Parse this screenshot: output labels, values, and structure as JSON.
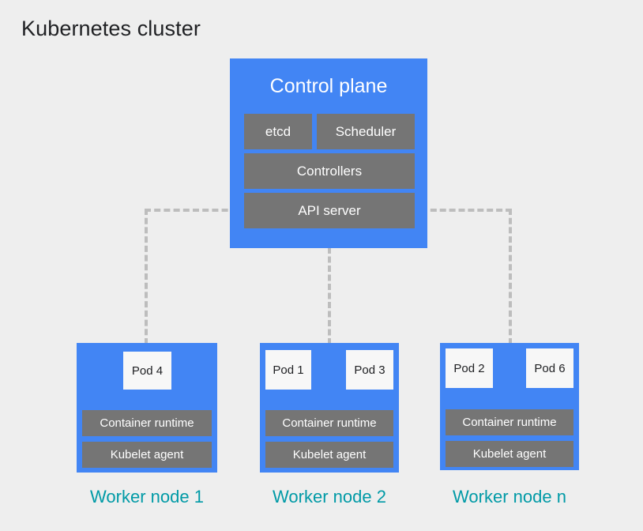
{
  "title": "Kubernetes cluster",
  "colors": {
    "background": "#eeeeee",
    "node_blue": "#4285f4",
    "component_gray": "#757575",
    "pod_white": "#f7f7f7",
    "label_teal": "#009aa6",
    "connector_gray": "#bdbdbd",
    "title_text": "#202124"
  },
  "control_plane": {
    "title": "Control plane",
    "components": [
      {
        "label": "etcd"
      },
      {
        "label": "Scheduler"
      },
      {
        "label": "Controllers"
      },
      {
        "label": "API server"
      }
    ]
  },
  "worker_nodes": [
    {
      "label": "Worker node 1",
      "pods": [
        {
          "label": "Pod 4"
        }
      ],
      "components": [
        {
          "label": "Container runtime"
        },
        {
          "label": "Kubelet agent"
        }
      ]
    },
    {
      "label": "Worker node 2",
      "pods": [
        {
          "label": "Pod 1"
        },
        {
          "label": "Pod 3"
        }
      ],
      "components": [
        {
          "label": "Container runtime"
        },
        {
          "label": "Kubelet agent"
        }
      ]
    },
    {
      "label": "Worker node n",
      "pods": [
        {
          "label": "Pod 2"
        },
        {
          "label": "Pod 6"
        }
      ],
      "components": [
        {
          "label": "Container runtime"
        },
        {
          "label": "Kubelet agent"
        }
      ]
    }
  ],
  "connectors": [
    {
      "name": "control-plane-to-worker-1",
      "style": "dashed"
    },
    {
      "name": "control-plane-to-worker-2",
      "style": "dashed"
    },
    {
      "name": "control-plane-to-worker-n",
      "style": "dashed"
    }
  ]
}
